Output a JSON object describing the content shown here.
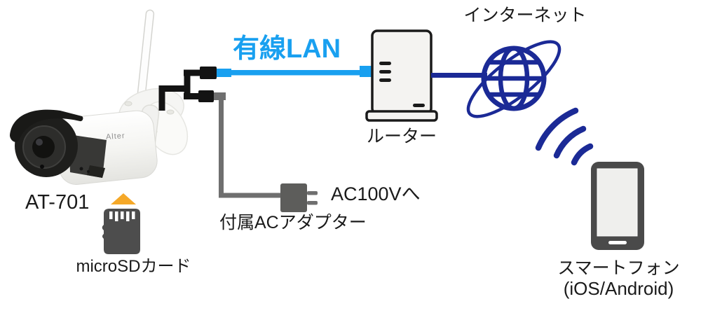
{
  "colors": {
    "lan_blue": "#19a0f0",
    "navy": "#1b2a96",
    "cable_black": "#131313",
    "cable_gray": "#6f6f6f",
    "device_gray": "#4a4a4a",
    "adapter_gray": "#5d5d5b",
    "card_gray": "#4d4d4d",
    "sd_orange": "#f5a828",
    "text_black": "#1a1a1a",
    "router_fill": "#f4f3f1",
    "router_stroke": "#1a1a1a",
    "screen_fill": "#efefed"
  },
  "camera": {
    "model": "AT-701",
    "brand": "Alter"
  },
  "storage": {
    "label": "microSDカード"
  },
  "lan": {
    "label": "有線LAN"
  },
  "router": {
    "label": "ルーター"
  },
  "internet": {
    "label": "インターネット"
  },
  "power": {
    "adapter_label": "付属ACアダプター",
    "outlet_label": "AC100Vへ"
  },
  "smartphone": {
    "label": "スマートフォン",
    "platforms": "(iOS/Android)"
  },
  "icons": {
    "security-camera-icon": "white bullet network camera with antenna",
    "up-arrow-icon": "orange triangle insert arrow",
    "microsd-card-icon": "dark microSD card with contact pins",
    "router-icon": "vertical router box with LED dashes",
    "internet-globe-icon": "navy wireframe globe with orbit ring",
    "wifi-signal-icon": "three navy wireless arcs",
    "smartphone-icon": "dark smartphone with light screen",
    "ac-adapter-icon": "gray AC power plug"
  }
}
